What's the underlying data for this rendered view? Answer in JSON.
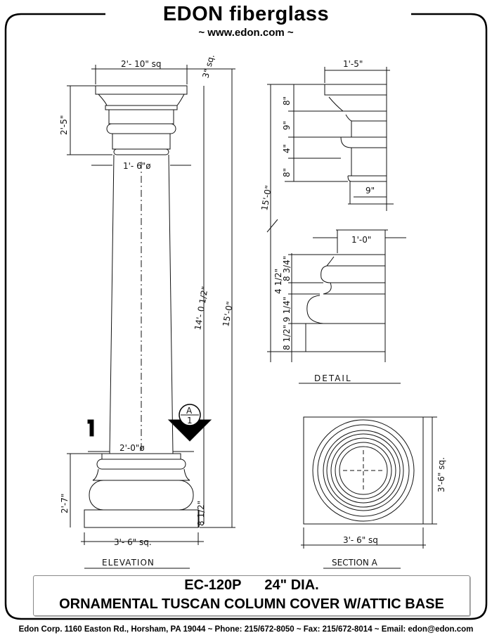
{
  "header": {
    "brand": "EDON fiberglass",
    "url": "~ www.edon.com ~"
  },
  "elevation": {
    "top_width": "2'- 10\" sq",
    "cap_plinth": "3\" sq.",
    "cap_height": "2'-5\"",
    "neck_dia": "1'- 6\"ø",
    "shaft_height": "14'- 0 1/2\"",
    "total_height": "15'-0\"",
    "base_dia": "2'-0\"ø",
    "base_height": "2'-7\"",
    "plinth_height": "8 1/2\"",
    "base_width": "3'- 6\" sq.",
    "section_marker": "A",
    "section_marker_sub": "1",
    "label": "ELEVATION"
  },
  "detail": {
    "top_width": "1'-5\"",
    "cap_dims": [
      "8\"",
      "9\"",
      "4\"",
      "8\""
    ],
    "projection": "9\"",
    "total_height": "15'-0\"",
    "base_width": "1'-0\"",
    "base_dims": [
      "8 3/4\"",
      "4 1/2\"",
      "9 1/4\"",
      "8 1/2\""
    ],
    "label": "DETAIL"
  },
  "section": {
    "side_dim": "3'-6\" sq.",
    "bottom_dim": "3'- 6\" sq",
    "label": "SECTION A"
  },
  "title_block": {
    "model": "EC-120P      24\" DIA.",
    "description": "ORNAMENTAL TUSCAN COLUMN COVER W/ATTIC BASE"
  },
  "footer": "Edon Corp. 1160 Easton Rd.,  Horsham, PA 19044 ~ Phone: 215/672-8050 ~ Fax:  215/672-8014 ~ Email: edon@edon.com"
}
